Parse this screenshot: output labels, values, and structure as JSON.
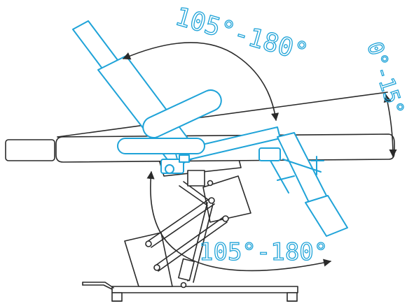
{
  "colors": {
    "outline": "#2a2a2a",
    "accent": "#1fa3d8",
    "background": "#ffffff"
  },
  "labels": {
    "backrest_angle": "105°-180°",
    "tilt_angle": "0°-15°",
    "legrest_angle": "105°-180°"
  }
}
